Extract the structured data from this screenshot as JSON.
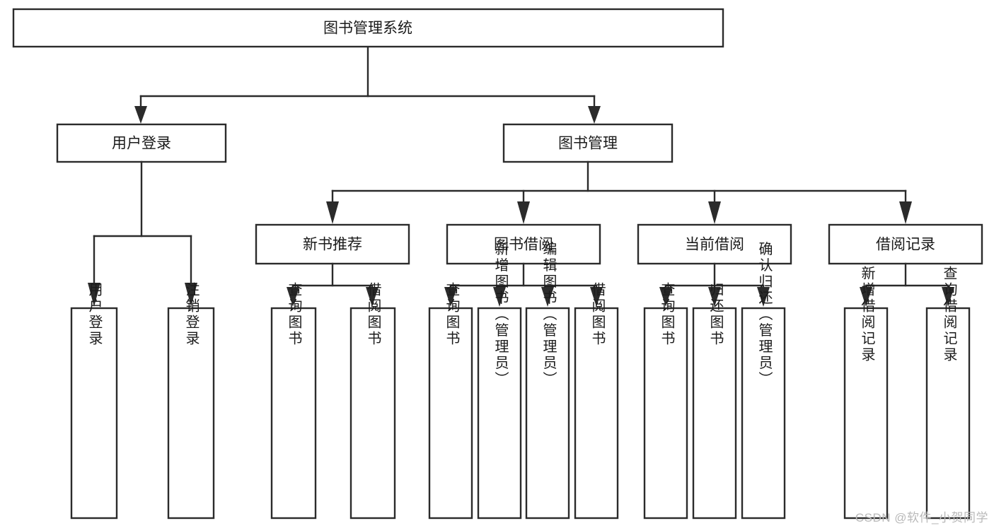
{
  "diagram": {
    "type": "tree-hierarchy",
    "title": "图书管理系统",
    "orientation": "top-down",
    "colors": {
      "stroke": "#2b2b2b",
      "box_fill": "#ffffff",
      "text": "#1b1b1b",
      "background": "#ffffff",
      "watermark": "#b9b9b9"
    },
    "nodes": {
      "root": {
        "label": "图书管理系统"
      },
      "level1": [
        {
          "label": "用户登录"
        },
        {
          "label": "图书管理"
        }
      ],
      "user_login_children": [
        {
          "label": "用户登录"
        },
        {
          "label": "注销登录"
        }
      ],
      "book_manage_children": [
        {
          "label": "新书推荐"
        },
        {
          "label": "图书借阅"
        },
        {
          "label": "当前借阅"
        },
        {
          "label": "借阅记录"
        }
      ],
      "new_book_children": [
        {
          "label": "查询图书"
        },
        {
          "label": "借阅图书"
        }
      ],
      "borrow_children": [
        {
          "label": "查询图书"
        },
        {
          "label": "新增图书（管理员）"
        },
        {
          "label": "编辑图书（管理员）"
        },
        {
          "label": "借阅图书"
        }
      ],
      "current_borrow_children": [
        {
          "label": "查询图书"
        },
        {
          "label": "归还图书"
        },
        {
          "label": "确认归还（管理员）"
        }
      ],
      "borrow_record_children": [
        {
          "label": "新增借阅记录"
        },
        {
          "label": "查询借阅记录"
        }
      ]
    },
    "watermark": "CSDN @软件_小贺同学"
  }
}
